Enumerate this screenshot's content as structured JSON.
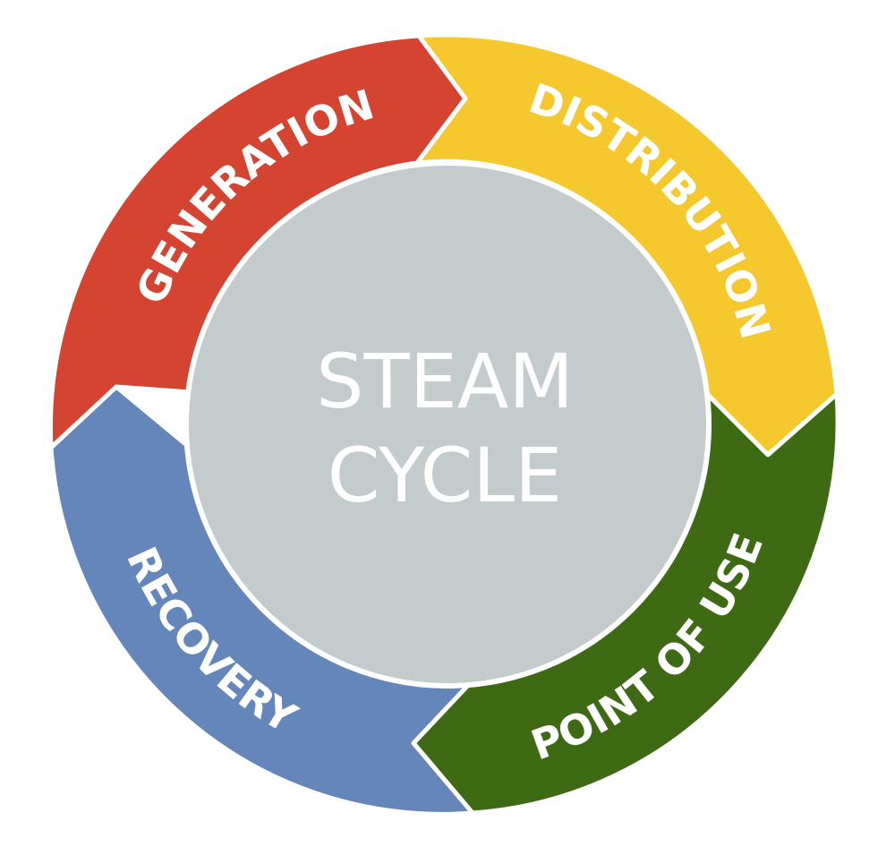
{
  "center": {
    "line1": "STEAM",
    "line2": "CYCLE",
    "color": "#c3cbcc"
  },
  "segments": [
    {
      "id": "generation",
      "label": "GENERATION",
      "color": "#d44431"
    },
    {
      "id": "distribution",
      "label": "DISTRIBUTION",
      "color": "#f5c82d"
    },
    {
      "id": "point_of_use",
      "label": "POINT OF USE",
      "color": "#3f6a14"
    },
    {
      "id": "recovery",
      "label": "RECOVERY",
      "color": "#6586bb"
    }
  ],
  "background_color": "#ffffff"
}
